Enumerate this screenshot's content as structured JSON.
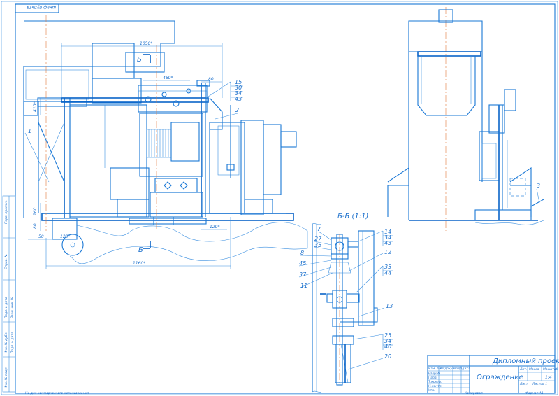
{
  "stamp_rotated": "шкаф пульта",
  "section_title": "Б-Б (1:1)",
  "section_marker": "Б",
  "dimensions": {
    "d1050": "1050*",
    "d460": "460*",
    "d80": "80",
    "d410": "410*",
    "d160": "160",
    "d80v": "80",
    "d50": "50",
    "d120": "120*",
    "d1160": "1160*",
    "d120b": "120*"
  },
  "balloons_main": [
    "15",
    "30",
    "34",
    "43",
    "2",
    "1"
  ],
  "balloons_right": [
    "3"
  ],
  "balloons_section_left": [
    "7",
    "27",
    "35",
    "8",
    "45",
    "37",
    "11"
  ],
  "balloons_section_right": [
    "14",
    "34",
    "43",
    "12",
    "35",
    "44",
    "13",
    "25",
    "34",
    "40",
    "20"
  ],
  "title_block": {
    "project": "Дипломный проект",
    "name": "Ограждение",
    "lit_header": "Лит.",
    "mass_header": "Масса",
    "scale_header": "Масштаб",
    "scale": "1:4",
    "sheet": "Лист",
    "sheets": "Листов 1",
    "rows": [
      "Изм. Лист",
      "№ докум.",
      "Подп.",
      "Дата"
    ],
    "roles": [
      "Разраб.",
      "Пров.",
      "Т.контр.",
      "Н.контр.",
      "Утв."
    ]
  },
  "bottom_left_note": "Не для коммерческого использования",
  "copied": "Копировал",
  "format": "Формат А1",
  "side_strip": [
    "Перв. примен.",
    "Справ. №",
    "Подп. и дата",
    "Инв. № дубл.",
    "Взам. инв. №",
    "Подп. и дата",
    "Инв. № подл."
  ]
}
